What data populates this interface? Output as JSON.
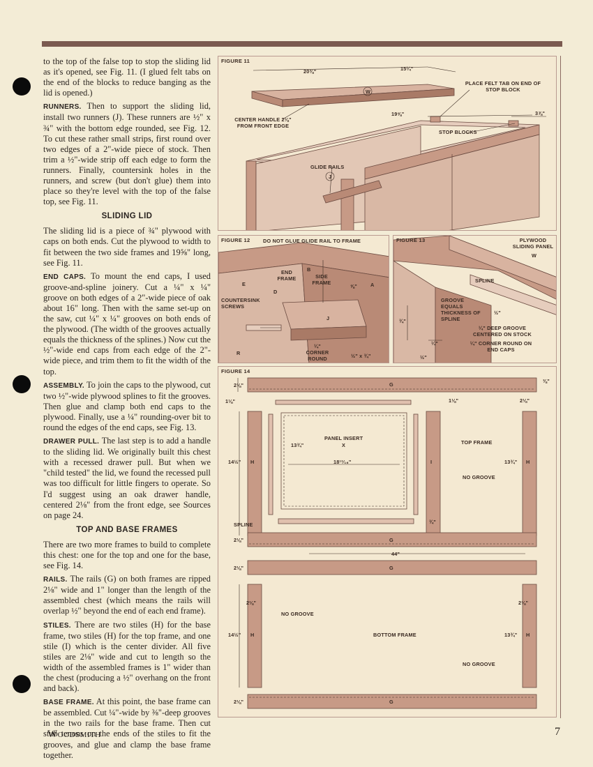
{
  "header": {
    "bar_color": "#7b5a50"
  },
  "article": {
    "p1": "to the top of the false top to stop the sliding lid as it's opened, see Fig. 11. (I glued felt tabs on the end of the blocks to reduce banging as the lid is opened.)",
    "p2_head": "RUNNERS.",
    "p2": " Then to support the sliding lid, install two runners (J). These runners are ½\" x ¾\" with the bottom edge rounded, see Fig. 12. To cut these rather small strips, first round over two edges of a 2\"-wide piece of stock. Then trim a ½\"-wide strip off each edge to form the runners. Finally, countersink holes in the runners, and screw (but don't glue) them into place so they're level with the top of the false top, see Fig. 11.",
    "h_sliding_lid": "SLIDING LID",
    "p3": "The sliding lid is a piece of ¾\" plywood with caps on both ends. Cut the plywood to width to fit between the two side frames and 19⅝\" long, see Fig. 11.",
    "p4_head": "END CAPS.",
    "p4": " To mount the end caps, I used groove-and-spline joinery. Cut a ¼\" x ¼\" groove on both edges of a 2\"-wide piece of oak about 16\" long. Then with the same set-up on the saw, cut ¼\" x ¼\" grooves on both ends of the plywood. (The width of the grooves actually equals the thickness of the splines.) Now cut the ½\"-wide end caps from each edge of the 2\"-wide piece, and trim them to fit the width of the top.",
    "p5_head": "ASSEMBLY.",
    "p5": " To join the caps to the plywood, cut two ½\"-wide plywood splines to fit the grooves. Then glue and clamp both end caps to the plywood. Finally, use a ¼\" rounding-over bit to round the edges of the end caps, see Fig. 13.",
    "p6_head": "DRAWER PULL.",
    "p6": " The last step is to add a handle to the sliding lid. We originally built this chest with a recessed drawer pull. But when we \"child tested\" the lid, we found the recessed pull was too difficult for little fingers to operate. So I'd suggest using an oak drawer handle, centered 2⅛\" from the front edge, see Sources on page 24.",
    "h_frames": "TOP AND BASE FRAMES",
    "p7": "There are two more frames to build to complete this chest: one for the top and one for the base, see Fig. 14.",
    "p8_head": "RAILS.",
    "p8": " The rails (G) on both frames are ripped 2⅛\" wide and 1\" longer than the length of the assembled chest (which means the rails will overlap ½\" beyond the end of each end frame).",
    "p9_head": "STILES.",
    "p9": " There are two stiles (H) for the base frame, two stiles (H) for the top frame, and one stile (I) which is the center divider. All five stiles are 2⅛\" wide and cut to length so the width of the assembled frames is 1\" wider than the chest (producing a ½\" overhang on the front and back).",
    "p10_head": "BASE FRAME.",
    "p10": " At this point, the base frame can be assembled. Cut ¼\"-wide by ⅜\"-deep grooves in the two rails for the base frame. Then cut stub tenons on the ends of the stiles to fit the grooves, and glue and clamp the base frame together."
  },
  "fig11": {
    "label": "FIGURE 11",
    "dim_a": "20⅜\"",
    "dim_b": "15¼\"",
    "dim_c": "19⅝\"",
    "dim_d": "3⅞\"",
    "part_w": "W",
    "part_j": "J",
    "center_handle": "CENTER HANDLE 2⅛\" FROM FRONT EDGE",
    "felt_tab": "PLACE FELT TAB ON END OF STOP BLOCK",
    "stop_blocks": "STOP BLOCKS",
    "glide_rails": "GLIDE RAILS"
  },
  "fig12": {
    "label": "FIGURE 12",
    "note": "DO NOT GLUE GLIDE RAIL TO FRAME",
    "end_frame": "END FRAME",
    "side_frame": "SIDE FRAME",
    "countersink": "COUNTERSINK SCREWS",
    "corner_round": "¼\" CORNER ROUND",
    "size": "½\" x ¾\"",
    "dim": "⅝\"",
    "part_e": "E",
    "part_b": "B",
    "part_d": "D",
    "part_a": "A",
    "part_j": "J",
    "part_r": "R"
  },
  "fig13": {
    "label": "FIGURE 13",
    "plywood_panel": "PLYWOOD SLIDING PANEL",
    "part_w": "W",
    "spline": "SPLINE",
    "groove_equals": "GROOVE EQUALS THICKNESS OF SPLINE",
    "deep_groove": "¼\" DEEP GROOVE CENTERED ON STOCK",
    "corner_round": "¼\" CORNER ROUND ON END CAPS",
    "dim_a": "½\"",
    "dim_b": "¾\"",
    "dim_c": "¼\"",
    "dim_d": "½\""
  },
  "fig14": {
    "label": "FIGURE 14",
    "part_g": "G",
    "part_h": "H",
    "part_i": "I",
    "part_x": "X",
    "rail_w": "2⅛\"",
    "dim_1": "1⅛\"",
    "dim_2": "1⅛\"",
    "dim_3": "2⅛\"",
    "dim_4": "⅜\"",
    "panel_insert": "PANEL INSERT",
    "panel_h": "13¾\"",
    "panel_w": "18¹³⁄₁₆\"",
    "stile_len": "14½\"",
    "top_frame": "TOP FRAME",
    "no_groove": "NO GROOVE",
    "spline": "SPLINE",
    "spline_dim": "¾\"",
    "rail_len": "44\"",
    "bottom_frame": "BOTTOM FRAME",
    "center_len": "13¾\"",
    "fig_color": "#c79a86"
  },
  "footer": {
    "magazine": "Woodsmith",
    "page": "7"
  }
}
